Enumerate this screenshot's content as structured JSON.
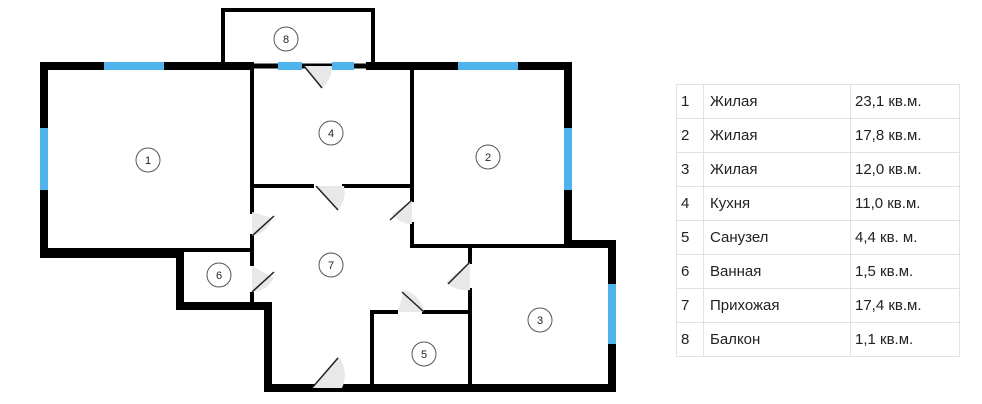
{
  "plan": {
    "rooms": [
      {
        "number": "1"
      },
      {
        "number": "2"
      },
      {
        "number": "3"
      },
      {
        "number": "4"
      },
      {
        "number": "5"
      },
      {
        "number": "6"
      },
      {
        "number": "7"
      },
      {
        "number": "8"
      }
    ]
  },
  "legend": {
    "rows": [
      {
        "number": "1",
        "name": "Жилая",
        "area": "23,1 кв.м."
      },
      {
        "number": "2",
        "name": "Жилая",
        "area": "17,8 кв.м."
      },
      {
        "number": "3",
        "name": "Жилая",
        "area": "12,0 кв.м."
      },
      {
        "number": "4",
        "name": "Кухня",
        "area": "11,0 кв.м."
      },
      {
        "number": "5",
        "name": "Санузел",
        "area": "4,4 кв. м."
      },
      {
        "number": "6",
        "name": "Ванная",
        "area": "1,5 кв.м."
      },
      {
        "number": "7",
        "name": "Прихожая",
        "area": "17,4 кв.м."
      },
      {
        "number": "8",
        "name": "Балкон",
        "area": "1,1 кв.м."
      }
    ]
  },
  "colors": {
    "wall": "#000000",
    "window": "#4fb3ec",
    "door_swing": "#e8e8e8"
  }
}
